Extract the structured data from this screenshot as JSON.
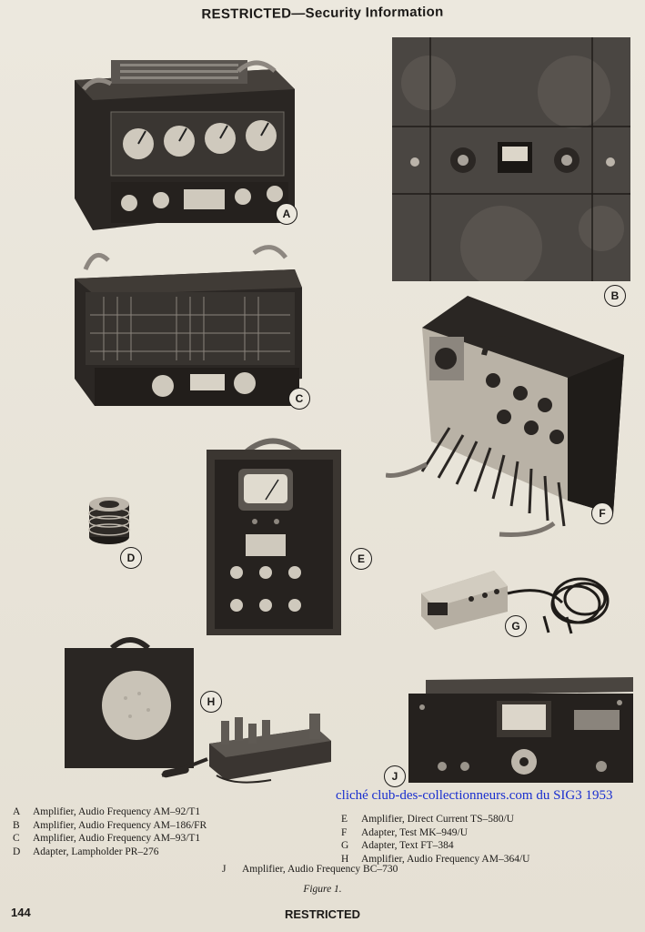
{
  "header": {
    "title": "RESTRICTED—Security Information"
  },
  "figure_labels": [
    "A",
    "B",
    "C",
    "D",
    "E",
    "F",
    "G",
    "H",
    "J"
  ],
  "credit": "cliché club-des-collectionneurs.com du SIG3 1953",
  "captions": {
    "left": [
      {
        "key": "A",
        "text": "Amplifier, Audio Frequency AM–92/T1"
      },
      {
        "key": "B",
        "text": "Amplifier, Audio Frequency AM–186/FR"
      },
      {
        "key": "C",
        "text": "Amplifier, Audio Frequency AM–93/T1"
      },
      {
        "key": "D",
        "text": "Adapter, Lampholder PR–276"
      }
    ],
    "right": [
      {
        "key": "E",
        "text": "Amplifier, Direct Current TS–580/U"
      },
      {
        "key": "F",
        "text": "Adapter, Test MK–949/U"
      },
      {
        "key": "G",
        "text": "Adapter, Text FT–384"
      },
      {
        "key": "H",
        "text": "Amplifier, Audio Frequency AM–364/U"
      }
    ],
    "bottom": {
      "key": "J",
      "text": "Amplifier, Audio Frequency BC–730"
    }
  },
  "figure_caption": "Figure 1.",
  "page_number": "144",
  "footer": "RESTRICTED"
}
